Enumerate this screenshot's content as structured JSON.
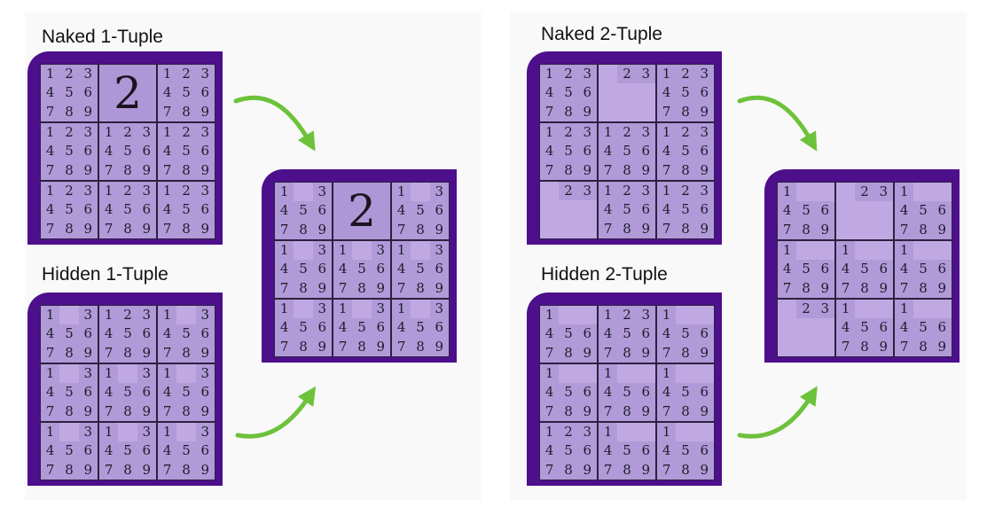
{
  "titles": {
    "naked1": "Naked 1-Tuple",
    "hidden1": "Hidden 1-Tuple",
    "naked2": "Naked 2-Tuple",
    "hidden2": "Hidden 2-Tuple"
  },
  "colors": {
    "frame": "#4d0f8c",
    "cell": "#b19ad8",
    "digit": "#1d1d2a",
    "arrow": "#6dc23b"
  },
  "puzzles": {
    "naked1": [
      "123456789",
      "=2",
      "123456789",
      "123456789",
      "123456789",
      "123456789",
      "123456789",
      "123456789",
      "123456789"
    ],
    "hidden1": [
      "13456789",
      "123456789",
      "13456789",
      "13456789",
      "13456789",
      "13456789",
      "13456789",
      "13456789",
      "13456789"
    ],
    "result1": [
      "13456789",
      "=2",
      "13456789",
      "13456789",
      "13456789",
      "13456789",
      "13456789",
      "13456789",
      "13456789"
    ],
    "naked2": [
      "123456789",
      "23",
      "123456789",
      "123456789",
      "123456789",
      "123456789",
      "23",
      "123456789",
      "123456789"
    ],
    "hidden2": [
      "1456789",
      "123456789",
      "1456789",
      "1456789",
      "1456789",
      "1456789",
      "123456789",
      "1456789",
      "1456789"
    ],
    "result2": [
      "1456789",
      "23",
      "1456789",
      "1456789",
      "1456789",
      "1456789",
      "23",
      "1456789",
      "1456789"
    ]
  }
}
